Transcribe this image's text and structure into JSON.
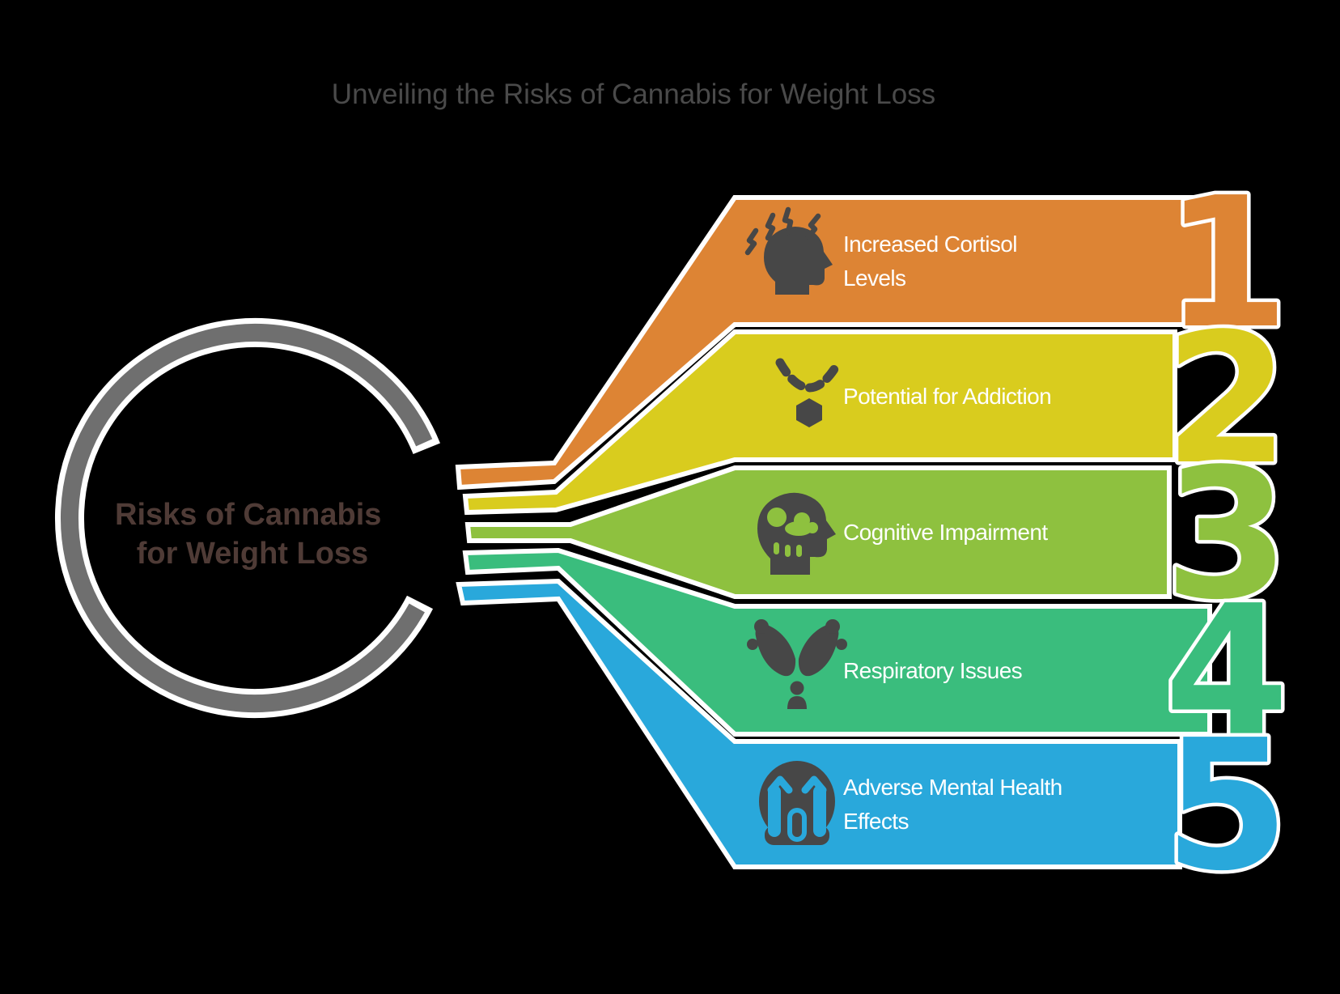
{
  "title": {
    "text": "Unveiling the Risks of Cannabis for Weight Loss"
  },
  "colors": {
    "background": "#000000",
    "title": "#4a4a4a",
    "ring": "#6f6f6f",
    "outline": "#ffffff",
    "center_text": "#4f3b36",
    "icon": "#474747",
    "band_label": "#ffffff"
  },
  "center": {
    "line1": "Risks of Cannabis",
    "line2": "for Weight Loss"
  },
  "bands": [
    {
      "number": "1",
      "color": "#dd8434",
      "icon": "stressed-head-icon",
      "label_line1": "Increased Cortisol",
      "label_line2": "Levels"
    },
    {
      "number": "2",
      "color": "#d9cc1e",
      "icon": "necklace-addiction-icon",
      "label_line1": "Potential for Addiction",
      "label_line2": ""
    },
    {
      "number": "3",
      "color": "#8ec13f",
      "icon": "brain-fog-head-icon",
      "label_line1": "Cognitive Impairment",
      "label_line2": ""
    },
    {
      "number": "4",
      "color": "#3abd7d",
      "icon": "lungs-respiratory-icon",
      "label_line1": "Respiratory Issues",
      "label_line2": ""
    },
    {
      "number": "5",
      "color": "#29a8db",
      "icon": "crying-face-icon",
      "label_line1": "Adverse Mental Health",
      "label_line2": "Effects"
    }
  ]
}
